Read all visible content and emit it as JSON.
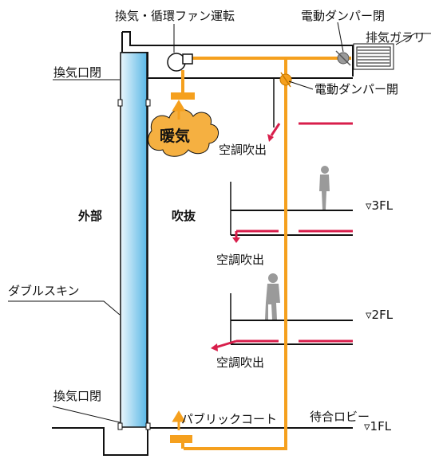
{
  "labels": {
    "fan_running": "換気・循環ファン運転",
    "damper_top": "電動ダンパー閉",
    "exhaust_louver": "排気ガラリ",
    "damper_side": "電動ダンパー開",
    "vent_open_top": "換気口閉",
    "warm_air": "暖気",
    "ac_outlet_1": "空調吹出",
    "exterior": "外部",
    "atrium": "吹抜",
    "floor_3": "▿3FL",
    "ac_outlet_2": "空調吹出",
    "double_skin": "ダブルスキン",
    "floor_2": "▿2FL",
    "ac_outlet_3": "空調吹出",
    "vent_open_bottom": "換気口閉",
    "public_court": "パブリックコート",
    "waiting_lobby": "待合ロビー",
    "floor_1": "▿1FL"
  },
  "colors": {
    "duct": "#f5a01e",
    "ac_line": "#d81e4b",
    "glass_light": "#eaf6fc",
    "glass_dark": "#5ab8e6",
    "cloud": "#f5b041",
    "person": "#9a9a9a"
  }
}
